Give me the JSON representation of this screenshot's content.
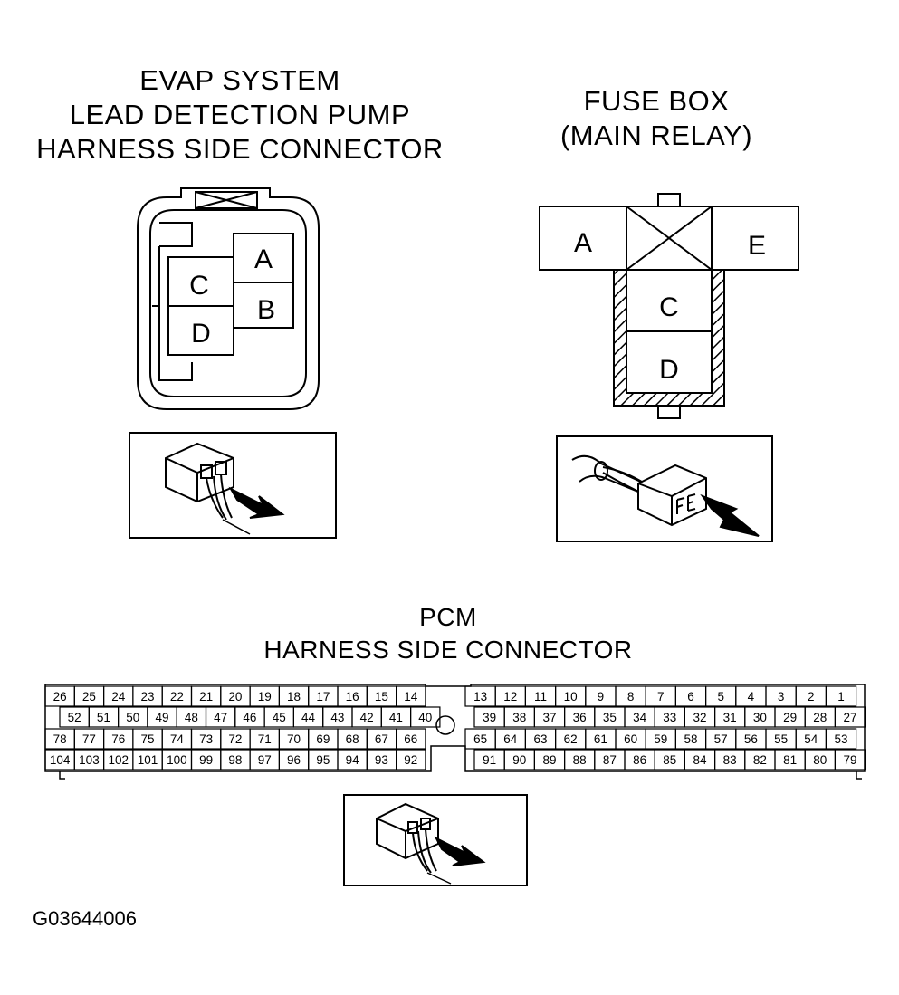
{
  "evap": {
    "title_lines": [
      "EVAP SYSTEM",
      "LEAD DETECTION PUMP",
      "HARNESS SIDE CONNECTOR"
    ],
    "terminals": {
      "a": "A",
      "b": "B",
      "c": "C",
      "d": "D"
    }
  },
  "fuse": {
    "title_lines": [
      "FUSE BOX",
      "(MAIN RELAY)"
    ],
    "terminals": {
      "a": "A",
      "e": "E",
      "c": "C",
      "d": "D"
    }
  },
  "pcm": {
    "title_lines": [
      "PCM",
      "HARNESS SIDE CONNECTOR"
    ],
    "rows": [
      {
        "left": [
          "26",
          "25",
          "24",
          "23",
          "22",
          "21",
          "20",
          "19",
          "18",
          "17",
          "16",
          "15",
          "14"
        ],
        "right": [
          "13",
          "12",
          "11",
          "10",
          "9",
          "8",
          "7",
          "6",
          "5",
          "4",
          "3",
          "2",
          "1"
        ]
      },
      {
        "left": [
          "52",
          "51",
          "50",
          "49",
          "48",
          "47",
          "46",
          "45",
          "44",
          "43",
          "42",
          "41",
          "40"
        ],
        "right": [
          "39",
          "38",
          "37",
          "36",
          "35",
          "34",
          "33",
          "32",
          "31",
          "30",
          "29",
          "28",
          "27"
        ]
      },
      {
        "left": [
          "78",
          "77",
          "76",
          "75",
          "74",
          "73",
          "72",
          "71",
          "70",
          "69",
          "68",
          "67",
          "66"
        ],
        "right": [
          "65",
          "64",
          "63",
          "62",
          "61",
          "60",
          "59",
          "58",
          "57",
          "56",
          "55",
          "54",
          "53"
        ]
      },
      {
        "left": [
          "104",
          "103",
          "102",
          "101",
          "100",
          "99",
          "98",
          "97",
          "96",
          "95",
          "94",
          "93",
          "92"
        ],
        "right": [
          "91",
          "90",
          "89",
          "88",
          "87",
          "86",
          "85",
          "84",
          "83",
          "82",
          "81",
          "80",
          "79"
        ]
      }
    ]
  },
  "figure_code": "G03644006"
}
